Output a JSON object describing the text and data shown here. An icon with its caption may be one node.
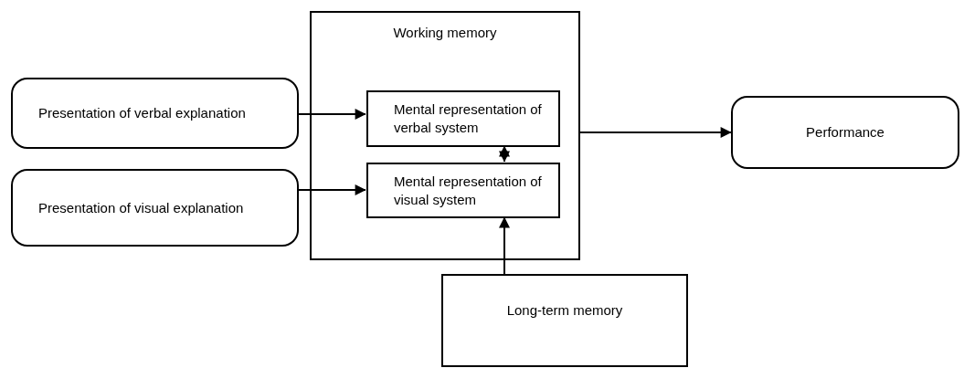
{
  "diagram": {
    "nodes": [
      {
        "text": [
          "Presentation of verbal explanation"
        ]
      },
      {
        "text": [
          "Working memory"
        ]
      },
      {
        "text": [
          "Mental representation of verbal system"
        ],
        "in": 1
      },
      {
        "text": [
          "Mental representation of visual system"
        ],
        "in": 1
      },
      {
        "text": [
          "Presentation of visual explanation"
        ]
      },
      {
        "text": [
          "Performance"
        ]
      },
      {
        "text": [
          "Long-term memory"
        ]
      }
    ],
    "edges": [
      {
        "from": 0,
        "to": 2,
        "arrow": "to"
      },
      {
        "from": 4,
        "to": 3,
        "arrow": "to"
      },
      {
        "from": 2,
        "to": 3,
        "arrow": "both"
      },
      {
        "from": 6,
        "to": 3,
        "arrow": "to"
      },
      {
        "from": 1,
        "to": 5,
        "arrow": "to"
      }
    ]
  }
}
